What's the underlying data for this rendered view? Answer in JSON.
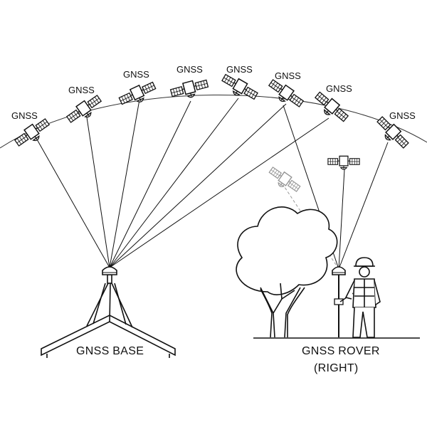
{
  "labels": {
    "gnss": "GNSS",
    "base_caption": "GNSS BASE",
    "rover_caption_line1": "GNSS ROVER",
    "rover_caption_line2": "(RIGHT)"
  },
  "colors": {
    "ink": "#111111",
    "obstructed_ink": "#9a9a9a",
    "background": "#ffffff"
  },
  "icons": [
    "satellite-icon",
    "tripod-icon",
    "house-roof-icon",
    "tree-icon",
    "surveyor-icon",
    "gnss-antenna-icon",
    "range-pole-icon"
  ]
}
